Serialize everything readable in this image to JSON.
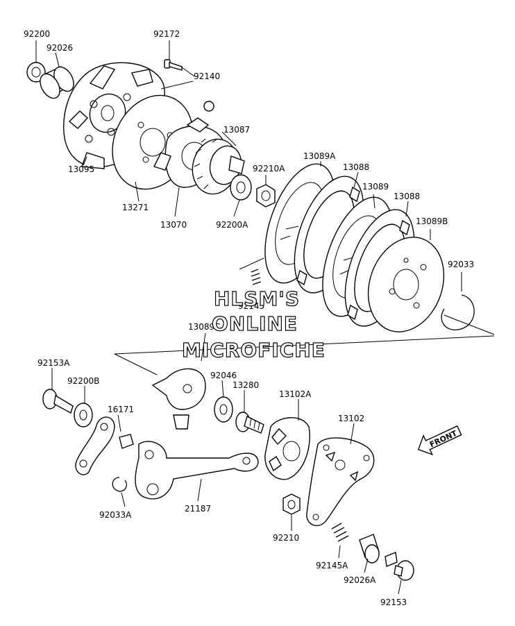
{
  "labels": {
    "l92200": "92200",
    "l92026": "92026",
    "l92172": "92172",
    "l92140": "92140",
    "l13087": "13087",
    "l13095": "13095",
    "l13271": "13271",
    "l13070": "13070",
    "l92200A": "92200A",
    "l92210A": "92210A",
    "l13089A": "13089A",
    "l13088a": "13088",
    "l13089": "13089",
    "l13088b": "13088",
    "l13089B": "13089B",
    "l92033": "92033",
    "l92145": "92145",
    "l13089C": "13089C",
    "l92153A": "92153A",
    "l92200B": "92200B",
    "l16171": "16171",
    "l92046": "92046",
    "l13280": "13280",
    "l13102A": "13102A",
    "l13102": "13102",
    "l92033A": "92033A",
    "l21187": "21187",
    "l92210": "92210",
    "l92145A": "92145A",
    "l92026A": "92026A",
    "l92153": "92153"
  },
  "watermark": {
    "line1": "HLSM'S",
    "line2": "ONLINE",
    "line3": "MICROFICHE"
  },
  "front_arrow": {
    "text": "FRONT"
  }
}
